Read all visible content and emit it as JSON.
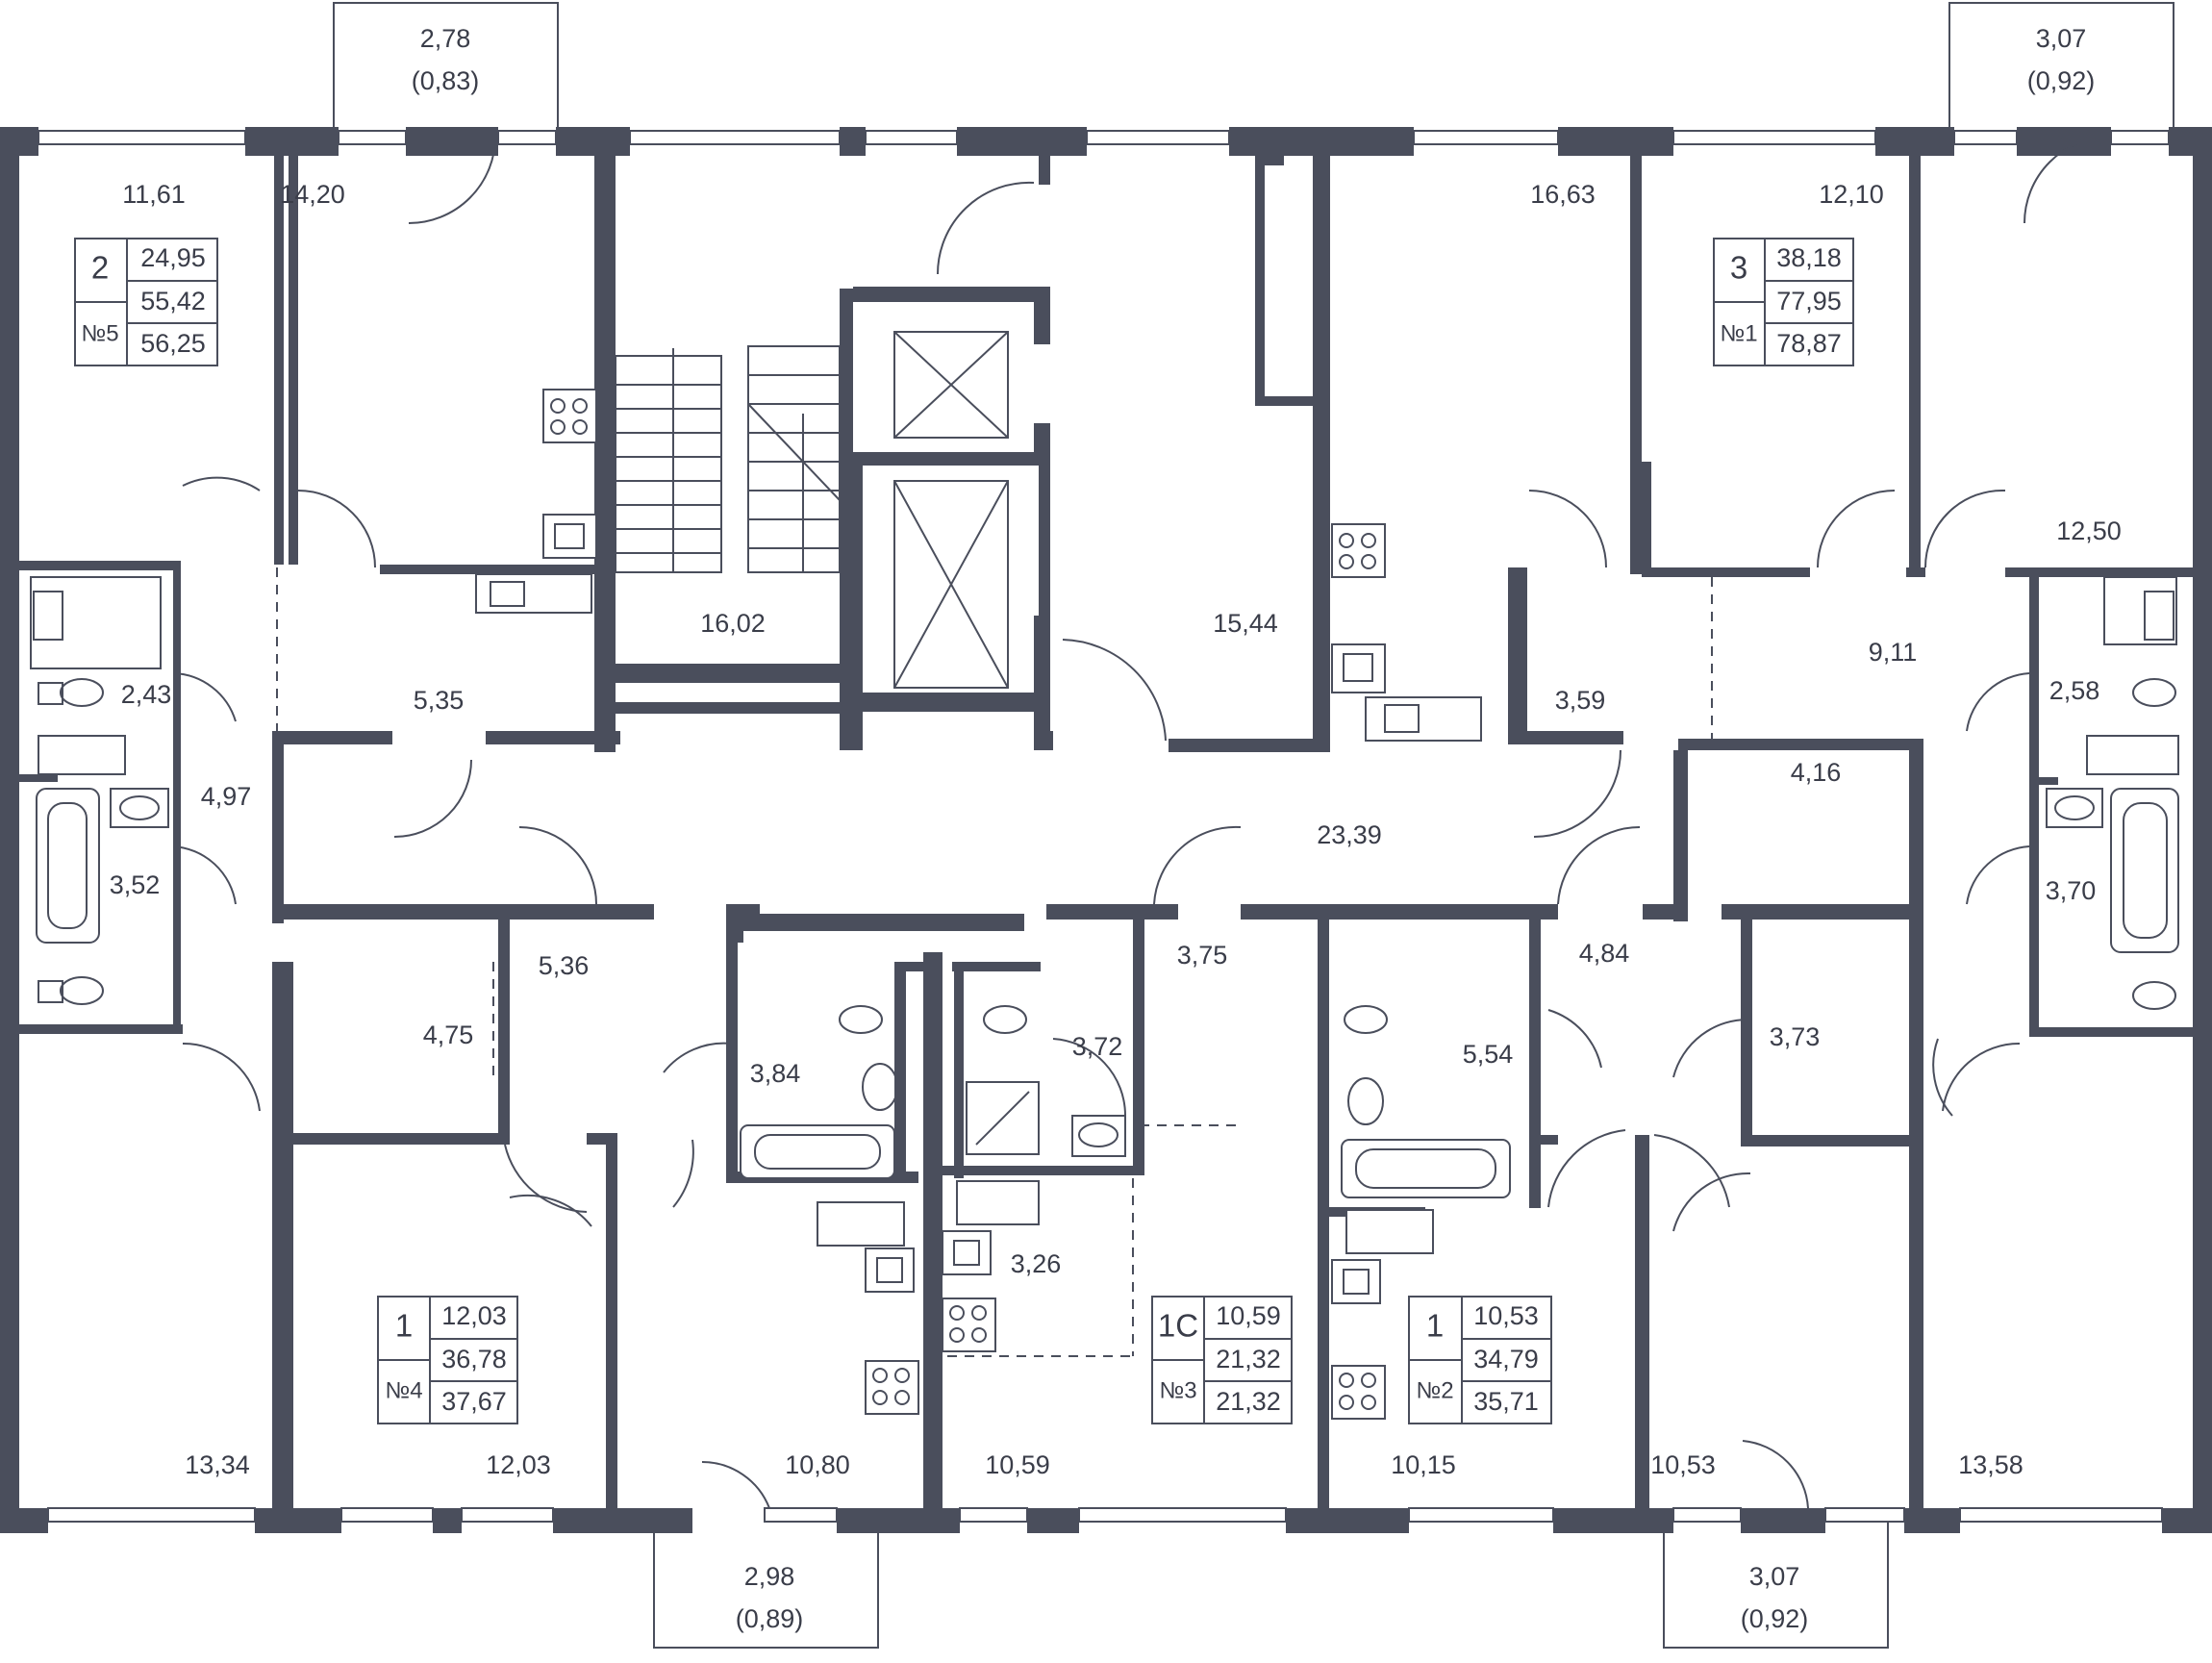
{
  "rooms": {
    "r_11_61": "11,61",
    "r_14_20": "14,20",
    "r_16_63": "16,63",
    "r_12_10": "12,10",
    "r_12_50": "12,50",
    "r_2_43": "2,43",
    "r_5_35": "5,35",
    "r_16_02": "16,02",
    "r_15_44": "15,44",
    "r_3_59": "3,59",
    "r_9_11": "9,11",
    "r_2_58": "2,58",
    "r_4_97": "4,97",
    "r_3_52": "3,52",
    "r_4_16": "4,16",
    "r_23_39": "23,39",
    "r_3_70": "3,70",
    "r_5_36": "5,36",
    "r_3_75": "3,75",
    "r_4_84": "4,84",
    "r_4_75": "4,75",
    "r_3_84": "3,84",
    "r_3_72": "3,72",
    "r_5_54": "5,54",
    "r_3_73": "3,73",
    "r_3_26": "3,26",
    "r_13_34": "13,34",
    "r_12_03": "12,03",
    "r_10_80": "10,80",
    "r_10_59": "10,59",
    "r_10_15": "10,15",
    "r_10_53": "10,53",
    "r_13_58": "13,58"
  },
  "balconies": {
    "top_left": {
      "area": "2,78",
      "reduced": "(0,83)"
    },
    "top_right": {
      "area": "3,07",
      "reduced": "(0,92)"
    },
    "bottom_left": {
      "area": "2,98",
      "reduced": "(0,89)"
    },
    "bottom_right": {
      "area": "3,07",
      "reduced": "(0,92)"
    }
  },
  "apartments": {
    "n5": {
      "rooms": "2",
      "number": "№5",
      "living": "24,95",
      "area": "55,42",
      "total": "56,25"
    },
    "n1": {
      "rooms": "3",
      "number": "№1",
      "living": "38,18",
      "area": "77,95",
      "total": "78,87"
    },
    "n4": {
      "rooms": "1",
      "number": "№4",
      "living": "12,03",
      "area": "36,78",
      "total": "37,67"
    },
    "n3": {
      "rooms": "1С",
      "number": "№3",
      "living": "10,59",
      "area": "21,32",
      "total": "21,32"
    },
    "n2": {
      "rooms": "1",
      "number": "№2",
      "living": "10,53",
      "area": "34,79",
      "total": "35,71"
    }
  }
}
